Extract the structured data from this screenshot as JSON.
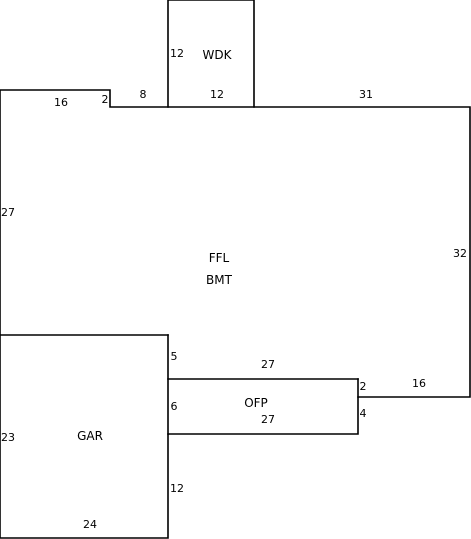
{
  "sketch": {
    "areas": {
      "wdk": "WDK",
      "ffl": "FFL",
      "bmt": "BMT",
      "ofp": "OFP",
      "gar": "GAR"
    },
    "dimensions": {
      "wdk_left": "12",
      "wdk_width": "12",
      "top_left_16": "16",
      "top_step_2": "2",
      "top_8": "8",
      "top_31": "31",
      "left_27": "27",
      "right_32": "32",
      "gar_top_5": "5",
      "ofp_top_27": "27",
      "ofp_right_2": "2",
      "bottom_right_16": "16",
      "ofp_left_6": "6",
      "ofp_bottom_27": "27",
      "ofp_right_4": "4",
      "gar_left_23": "23",
      "gar_right_12": "12",
      "gar_bottom_24": "24"
    }
  }
}
